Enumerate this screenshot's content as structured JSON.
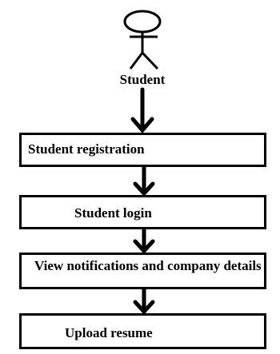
{
  "actor": {
    "label": "Student",
    "icon": "stick-figure-icon"
  },
  "steps": [
    {
      "label": "Student registration"
    },
    {
      "label": "Student login"
    },
    {
      "label": "View notifications and company details"
    },
    {
      "label": "Upload resume"
    }
  ]
}
